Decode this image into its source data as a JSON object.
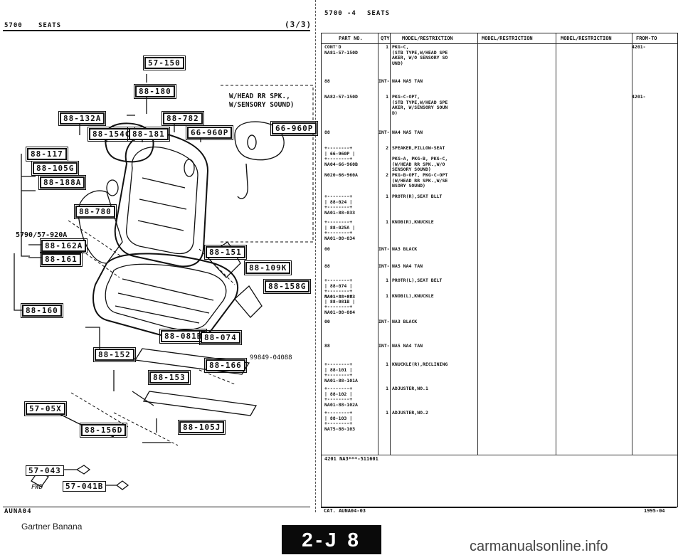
{
  "left_header": {
    "code": "5700",
    "section": "SEATS",
    "page": "(3/3)"
  },
  "right_header": {
    "code": "5700",
    "sep": "-4",
    "section": "SEATS"
  },
  "diagram": {
    "callouts": [
      "57-150",
      "88-180",
      "88-132A",
      "88-782",
      "88-154C",
      "88-181",
      "66-960P",
      "88-117",
      "88-105G",
      "88-188A",
      "88-780",
      "88-162A",
      "88-161",
      "88-160",
      "88-151",
      "88-109K",
      "88-158G",
      "88-081B",
      "88-074",
      "88-166",
      "88-152",
      "88-153",
      "57-05X",
      "88-156D",
      "88-105J",
      "57-043",
      "57-041B"
    ],
    "inset_title": [
      "W/HEAD RR SPK.,",
      "W/SENSORY SOUND)"
    ],
    "inset_callout": "66-960P",
    "ref": "5790/57-920A",
    "ref_number": "99849-04088",
    "fwd_label": "FWD",
    "footer_code": "AUNA04"
  },
  "table": {
    "headers": [
      "PART NO.",
      "QTY",
      "MODEL/RESTRICTION",
      "MODEL/RESTRICTION",
      "MODEL/RESTRICTION",
      "FROM-TO"
    ],
    "rows": [
      {
        "pn": "CONT'D\nNA81-57-150D",
        "qty": "1",
        "desc": "PKG-C,\n(STB TYPE,W/HEAD SPE\nAKER, W/O SENSORY SO\nUND)",
        "from": "4201-"
      },
      {
        "pn": "88",
        "qty": "INT-",
        "desc": "NA4 NA5 TAN",
        "from": ""
      },
      {
        "pn": "NA82-57-150D",
        "qty": "1",
        "desc": "PKG-C-OPT,\n(STB TYPE,W/HEAD SPE\nAKER, W/SENSORY SOUN\nD)",
        "from": "4201-"
      },
      {
        "pn": "88",
        "qty": "INT-",
        "desc": "NA4 NA5 TAN",
        "from": ""
      },
      {
        "pn": "+--------+\n| 66-960P |\n+--------+\nNA04-66-960B",
        "qty": "2",
        "desc": "SPEAKER,PILLOW-SEAT\n\nPKG-A, PKG-B, PKG-C,\n(W/HEAD RR SPK.,W/O\nSENSORY SOUND)",
        "from": ""
      },
      {
        "pn": "N020-66-960A",
        "qty": "2",
        "desc": "PKG-B-OPT, PKG-C-OPT\n(W/HEAD RR SPK.,W/SE\nNSORY SOUND)",
        "from": ""
      },
      {
        "pn": "+--------+\n| 88-024 |\n+--------+\nNA01-88-033",
        "qty": "1",
        "desc": "PROTR(R),SEAT BLLT",
        "from": ""
      },
      {
        "pn": "+--------+\n| 88-025A |\n+--------+\nNA01-88-034",
        "qty": "1",
        "desc": "KNOB(R),KNUCKLE",
        "from": ""
      },
      {
        "pn": "00",
        "qty": "INT-",
        "desc": "NA3 BLACK",
        "from": ""
      },
      {
        "pn": "88",
        "qty": "INT-",
        "desc": "NA5 NA4 TAN",
        "from": ""
      },
      {
        "pn": "+--------+\n| 88-074 |\n+--------+\nNA01-88-083",
        "qty": "1",
        "desc": "PROTR(L),SEAT BELT",
        "from": ""
      },
      {
        "pn": "+--------+\n| 88-081B |\n+--------+\nNA01-88-084",
        "qty": "1",
        "desc": "KNOB(L),KNUCKLE",
        "from": ""
      },
      {
        "pn": "00",
        "qty": "INT-",
        "desc": "NA3 BLACK",
        "from": ""
      },
      {
        "pn": "88",
        "qty": "INT-",
        "desc": "NA5 NA4 TAN",
        "from": ""
      },
      {
        "pn": "+--------+\n| 88-101 |\n+--------+\nNA01-88-101A",
        "qty": "1",
        "desc": "KNUCKLE(R),RECLINING",
        "from": ""
      },
      {
        "pn": "+--------+\n| 88-102 |\n+--------+\nNA01-88-102A",
        "qty": "1",
        "desc": "ADJUSTER,NO.1",
        "from": ""
      },
      {
        "pn": "+--------+\n| 88-103 |\n+--------+\nNA75-88-103",
        "qty": "1",
        "desc": "ADJUSTER,NO.2",
        "from": ""
      }
    ],
    "footnote": "4201 NA3***-511601",
    "cat": "CAT. AUNA04-03",
    "date": "1995-04"
  },
  "bottom": {
    "brand": "Gartner Banana",
    "page": "2-J 8",
    "watermark": "carmanualsonline.info"
  }
}
